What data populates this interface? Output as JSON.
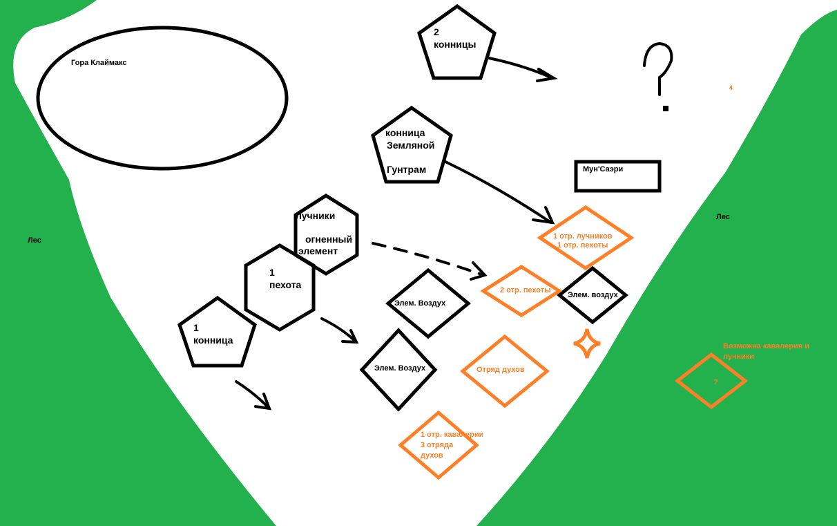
{
  "colors": {
    "forest": "#22b14c",
    "enemy": "#ff7f27",
    "ally": "#000000"
  },
  "labels": {
    "mountain": "Гора Клаймакс",
    "forest_left": "Лес",
    "forest_right": "Лес",
    "cav2": [
      "2",
      "конницы"
    ],
    "guntram": [
      "конница",
      "Земляной",
      "Гунтрам"
    ],
    "archers": [
      "лучники",
      "огненный",
      "элемент"
    ],
    "infantry1": [
      "1",
      "пехота"
    ],
    "cav1": [
      "1",
      "конница"
    ],
    "air1": "Элем. Воздух",
    "air2": "Элем. Воздух",
    "air3": "Элем. воздух",
    "munsaeri": "Мун'Саэри",
    "enemy_archers_inf": [
      "1 отр. лучников",
      "1 отр. пехоты"
    ],
    "enemy_inf2": "2 отр. пехоты",
    "enemy_spirits": "Отряд духов",
    "enemy_cav_spirits": [
      "1 отр. кавалерии",
      "3 отряда",
      "духов"
    ],
    "enemy_unknown": "?",
    "possible_note": [
      "Возможна кавалерия и",
      "лучники"
    ],
    "small_mark": "4",
    "unknown_mark": "?"
  }
}
